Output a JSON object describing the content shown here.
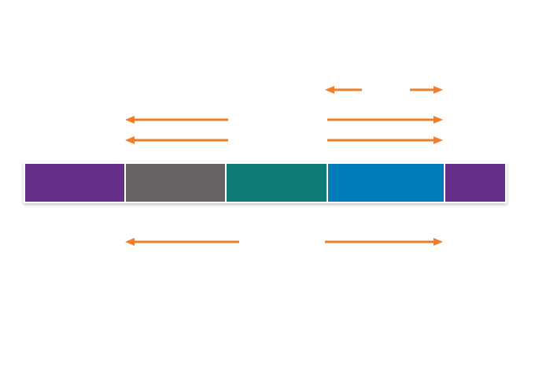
{
  "segments": [
    {
      "id": "segment-1",
      "color": "#652d89"
    },
    {
      "id": "segment-2",
      "color": "#676263"
    },
    {
      "id": "segment-3",
      "color": "#087b77"
    },
    {
      "id": "segment-4",
      "color": "#027db8"
    },
    {
      "id": "segment-5",
      "color": "#652d89"
    }
  ],
  "arrows": [
    {
      "id": "arrow-short-left",
      "direction": "left"
    },
    {
      "id": "arrow-short-right",
      "direction": "right"
    },
    {
      "id": "arrow-upper-left-1",
      "direction": "left"
    },
    {
      "id": "arrow-upper-right-1",
      "direction": "right"
    },
    {
      "id": "arrow-upper-left-2",
      "direction": "left"
    },
    {
      "id": "arrow-upper-right-2",
      "direction": "right"
    },
    {
      "id": "arrow-lower-left",
      "direction": "left"
    },
    {
      "id": "arrow-lower-right",
      "direction": "right"
    }
  ],
  "arrow_color": "#ef7d2a",
  "bar_outline_color": "#ffffff"
}
